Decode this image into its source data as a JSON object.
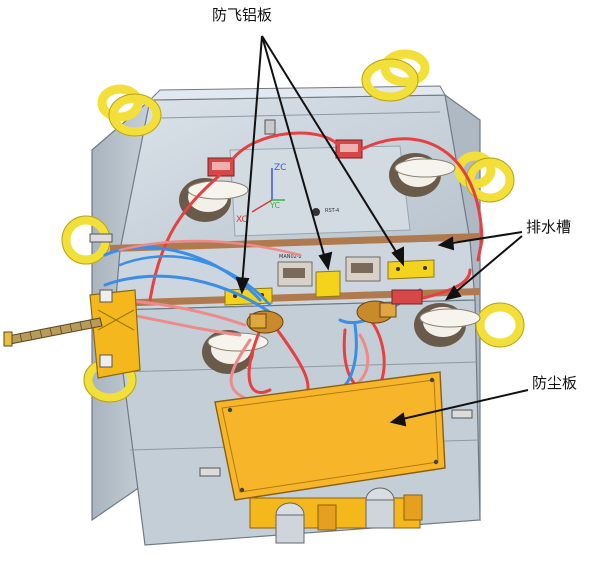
{
  "labels": {
    "aluminum_plate": "防飞铝板",
    "drain_groove": "排水槽",
    "dust_plate": "防尘板"
  },
  "axis": {
    "zc": "ZC",
    "yc": "YC",
    "xc": "XC"
  },
  "plate_tags": {
    "left_tag": "MAN02-2",
    "mid_tag": "RST-4"
  },
  "colors": {
    "mold_body": "#c9d3dc",
    "mold_edge": "#6f7a85",
    "ring": "#f2df3a",
    "yellow_plate": "#f5b81c",
    "dust_plate": "#f7b52a",
    "groove": "#b07a4e",
    "water_red": "#e64040",
    "water_blue": "#3a8ee6",
    "water_pink": "#ee8a8a"
  }
}
